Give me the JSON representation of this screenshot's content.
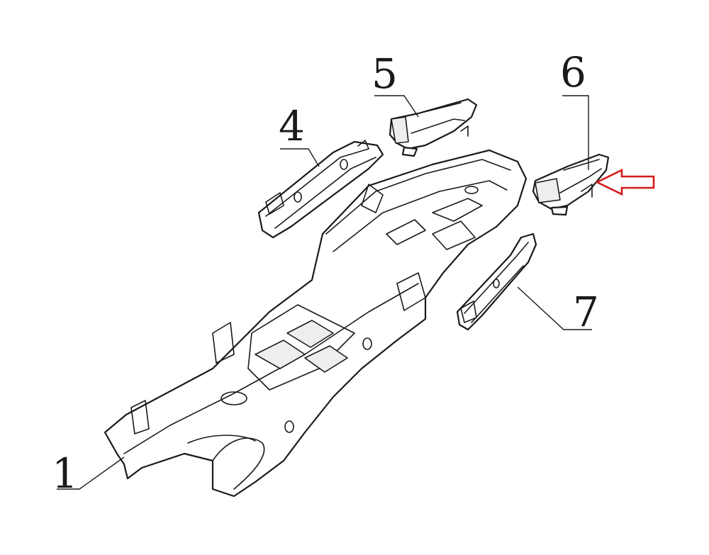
{
  "callouts": [
    {
      "id": "1",
      "label": "1"
    },
    {
      "id": "4",
      "label": "4"
    },
    {
      "id": "5",
      "label": "5"
    },
    {
      "id": "6",
      "label": "6"
    },
    {
      "id": "7",
      "label": "7"
    }
  ],
  "highlight": {
    "target": "6",
    "color": "#d11c1c",
    "icon": "arrow-left-icon"
  }
}
